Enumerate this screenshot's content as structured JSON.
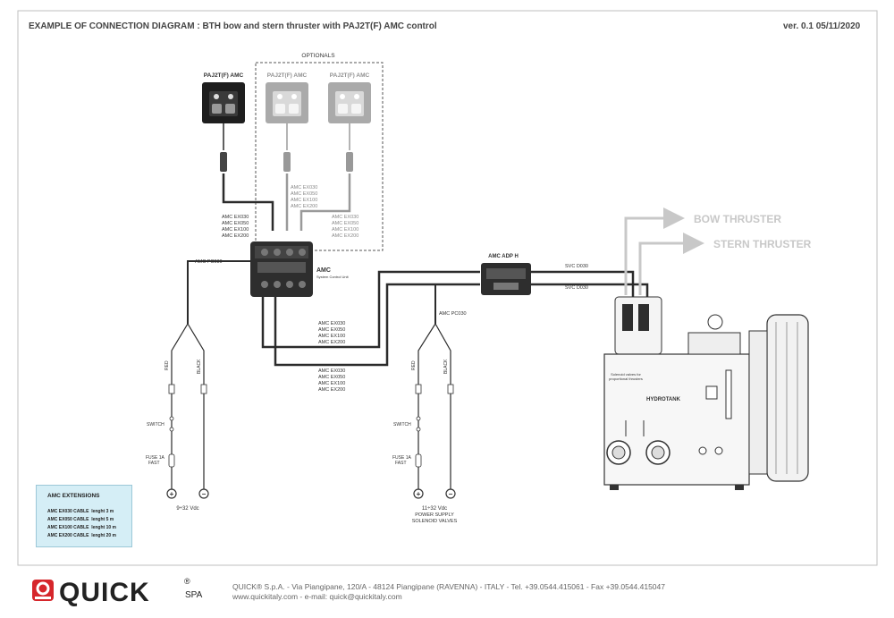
{
  "header": {
    "title": "EXAMPLE OF CONNECTION DIAGRAM : BTH bow and stern thruster with PAJ2T(F) AMC control",
    "version": "ver. 0.1 05/11/2020"
  },
  "diagram": {
    "optionals_label": "OPTIONALS",
    "panel_main_label": "PAJ2T(F) AMC",
    "panel_opt1_label": "PAJ2T(F) AMC",
    "panel_opt2_label": "PAJ2T(F) AMC",
    "cable_main": [
      "AMC EX030",
      "AMC EX050",
      "AMC EX100",
      "AMC EX200"
    ],
    "cable_opt1": [
      "AMC EX030",
      "AMC EX050",
      "AMC EX100",
      "AMC EX200"
    ],
    "cable_opt2": [
      "AMC EX030",
      "AMC EX050",
      "AMC EX100",
      "AMC EX200"
    ],
    "cable_link1": [
      "AMC EX030",
      "AMC EX050",
      "AMC EX100",
      "AMC EX200"
    ],
    "cable_link2": [
      "AMC EX030",
      "AMC EX050",
      "AMC EX100",
      "AMC EX200"
    ],
    "amc_unit_title": "AMC",
    "amc_unit_subtitle": "System Control Unit",
    "adp_label": "AMC ADP H",
    "svc_top": "SVC D030",
    "svc_bottom": "SVC D030",
    "pc_left": "AMC PC030",
    "pc_right": "AMC PC030",
    "bow_thruster": "BOW THRUSTER",
    "stern_thruster": "STERN THRUSTER",
    "hydrotank": "HYDROTANK",
    "solenoid_note": [
      "Solenoid valves for",
      "proportional thrusters"
    ],
    "red_label": "RED",
    "black_label": "BLACK",
    "switch_label": "SWITCH",
    "fuse_label": [
      "FUSE 1A",
      "FAST"
    ],
    "left_supply": "9÷32 Vdc",
    "right_supply": [
      "11÷32 Vdc",
      "POWER SUPPLY",
      "SOLENOID VALVES"
    ]
  },
  "extensions": {
    "title": "AMC EXTENSIONS",
    "rows": [
      {
        "cable": "AMC EX030 CABLE",
        "length": "lenght 3 m"
      },
      {
        "cable": "AMC EX050 CABLE",
        "length": "lenght 5 m"
      },
      {
        "cable": "AMC EX100 CABLE",
        "length": "lenght 10 m"
      },
      {
        "cable": "AMC EX200 CABLE",
        "length": "lenght 20 m"
      }
    ]
  },
  "footer": {
    "brand": "QUICK",
    "brand_suffix": "SPA",
    "reg": "®",
    "line1": "QUICK® S.p.A. - Via Piangipane, 120/A - 48124 Piangipane (RAVENNA) - ITALY - Tel. +39.0544.415061 - Fax +39.0544.415047",
    "line2": "www.quickitaly.com - e-mail: quick@quickitaly.com"
  },
  "colors": {
    "border": "#bfbfbf",
    "wire": "#2b2b2b",
    "optional_wire": "#9a9a9a",
    "thruster_arrow": "#c8c8c8",
    "extension_box": "#d5eef6",
    "logo_red": "#d6262b"
  }
}
